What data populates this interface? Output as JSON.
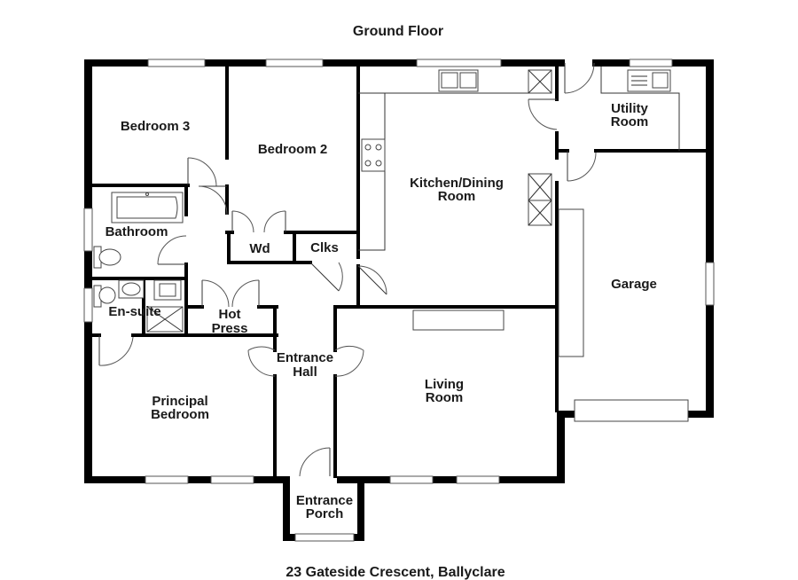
{
  "plan": {
    "title": "Ground Floor",
    "address": "23 Gateside Crescent, Ballyclare"
  },
  "rooms": {
    "bedroom3": "Bedroom 3",
    "bedroom2": "Bedroom 2",
    "kitchen_line1": "Kitchen/Dining",
    "kitchen_line2": "Room",
    "utility_line1": "Utility",
    "utility_line2": "Room",
    "bathroom": "Bathroom",
    "wd": "Wd",
    "clks": "Clks",
    "garage": "Garage",
    "ensuite": "En-suite",
    "hotpress_line1": "Hot",
    "hotpress_line2": "Press",
    "entrance_hall_line1": "Entrance",
    "entrance_hall_line2": "Hall",
    "living_line1": "Living",
    "living_line2": "Room",
    "principal_line1": "Principal",
    "principal_line2": "Bedroom",
    "porch_line1": "Entrance",
    "porch_line2": "Porch"
  }
}
